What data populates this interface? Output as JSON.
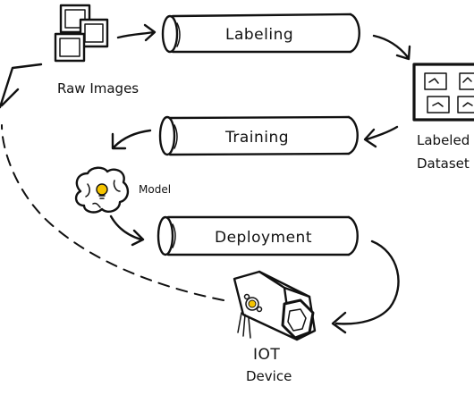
{
  "nodes": {
    "raw_images": "Raw Images",
    "labeling": "Labeling",
    "labeled_dataset_line1": "Labeled",
    "labeled_dataset_line2": "Dataset",
    "training": "Training",
    "model": "Model",
    "deployment": "Deployment",
    "iot_line1": "IOT",
    "iot_line2": "Device"
  },
  "colors": {
    "ink": "#111111",
    "bulb": "#f5c400",
    "background": "#ffffff"
  }
}
